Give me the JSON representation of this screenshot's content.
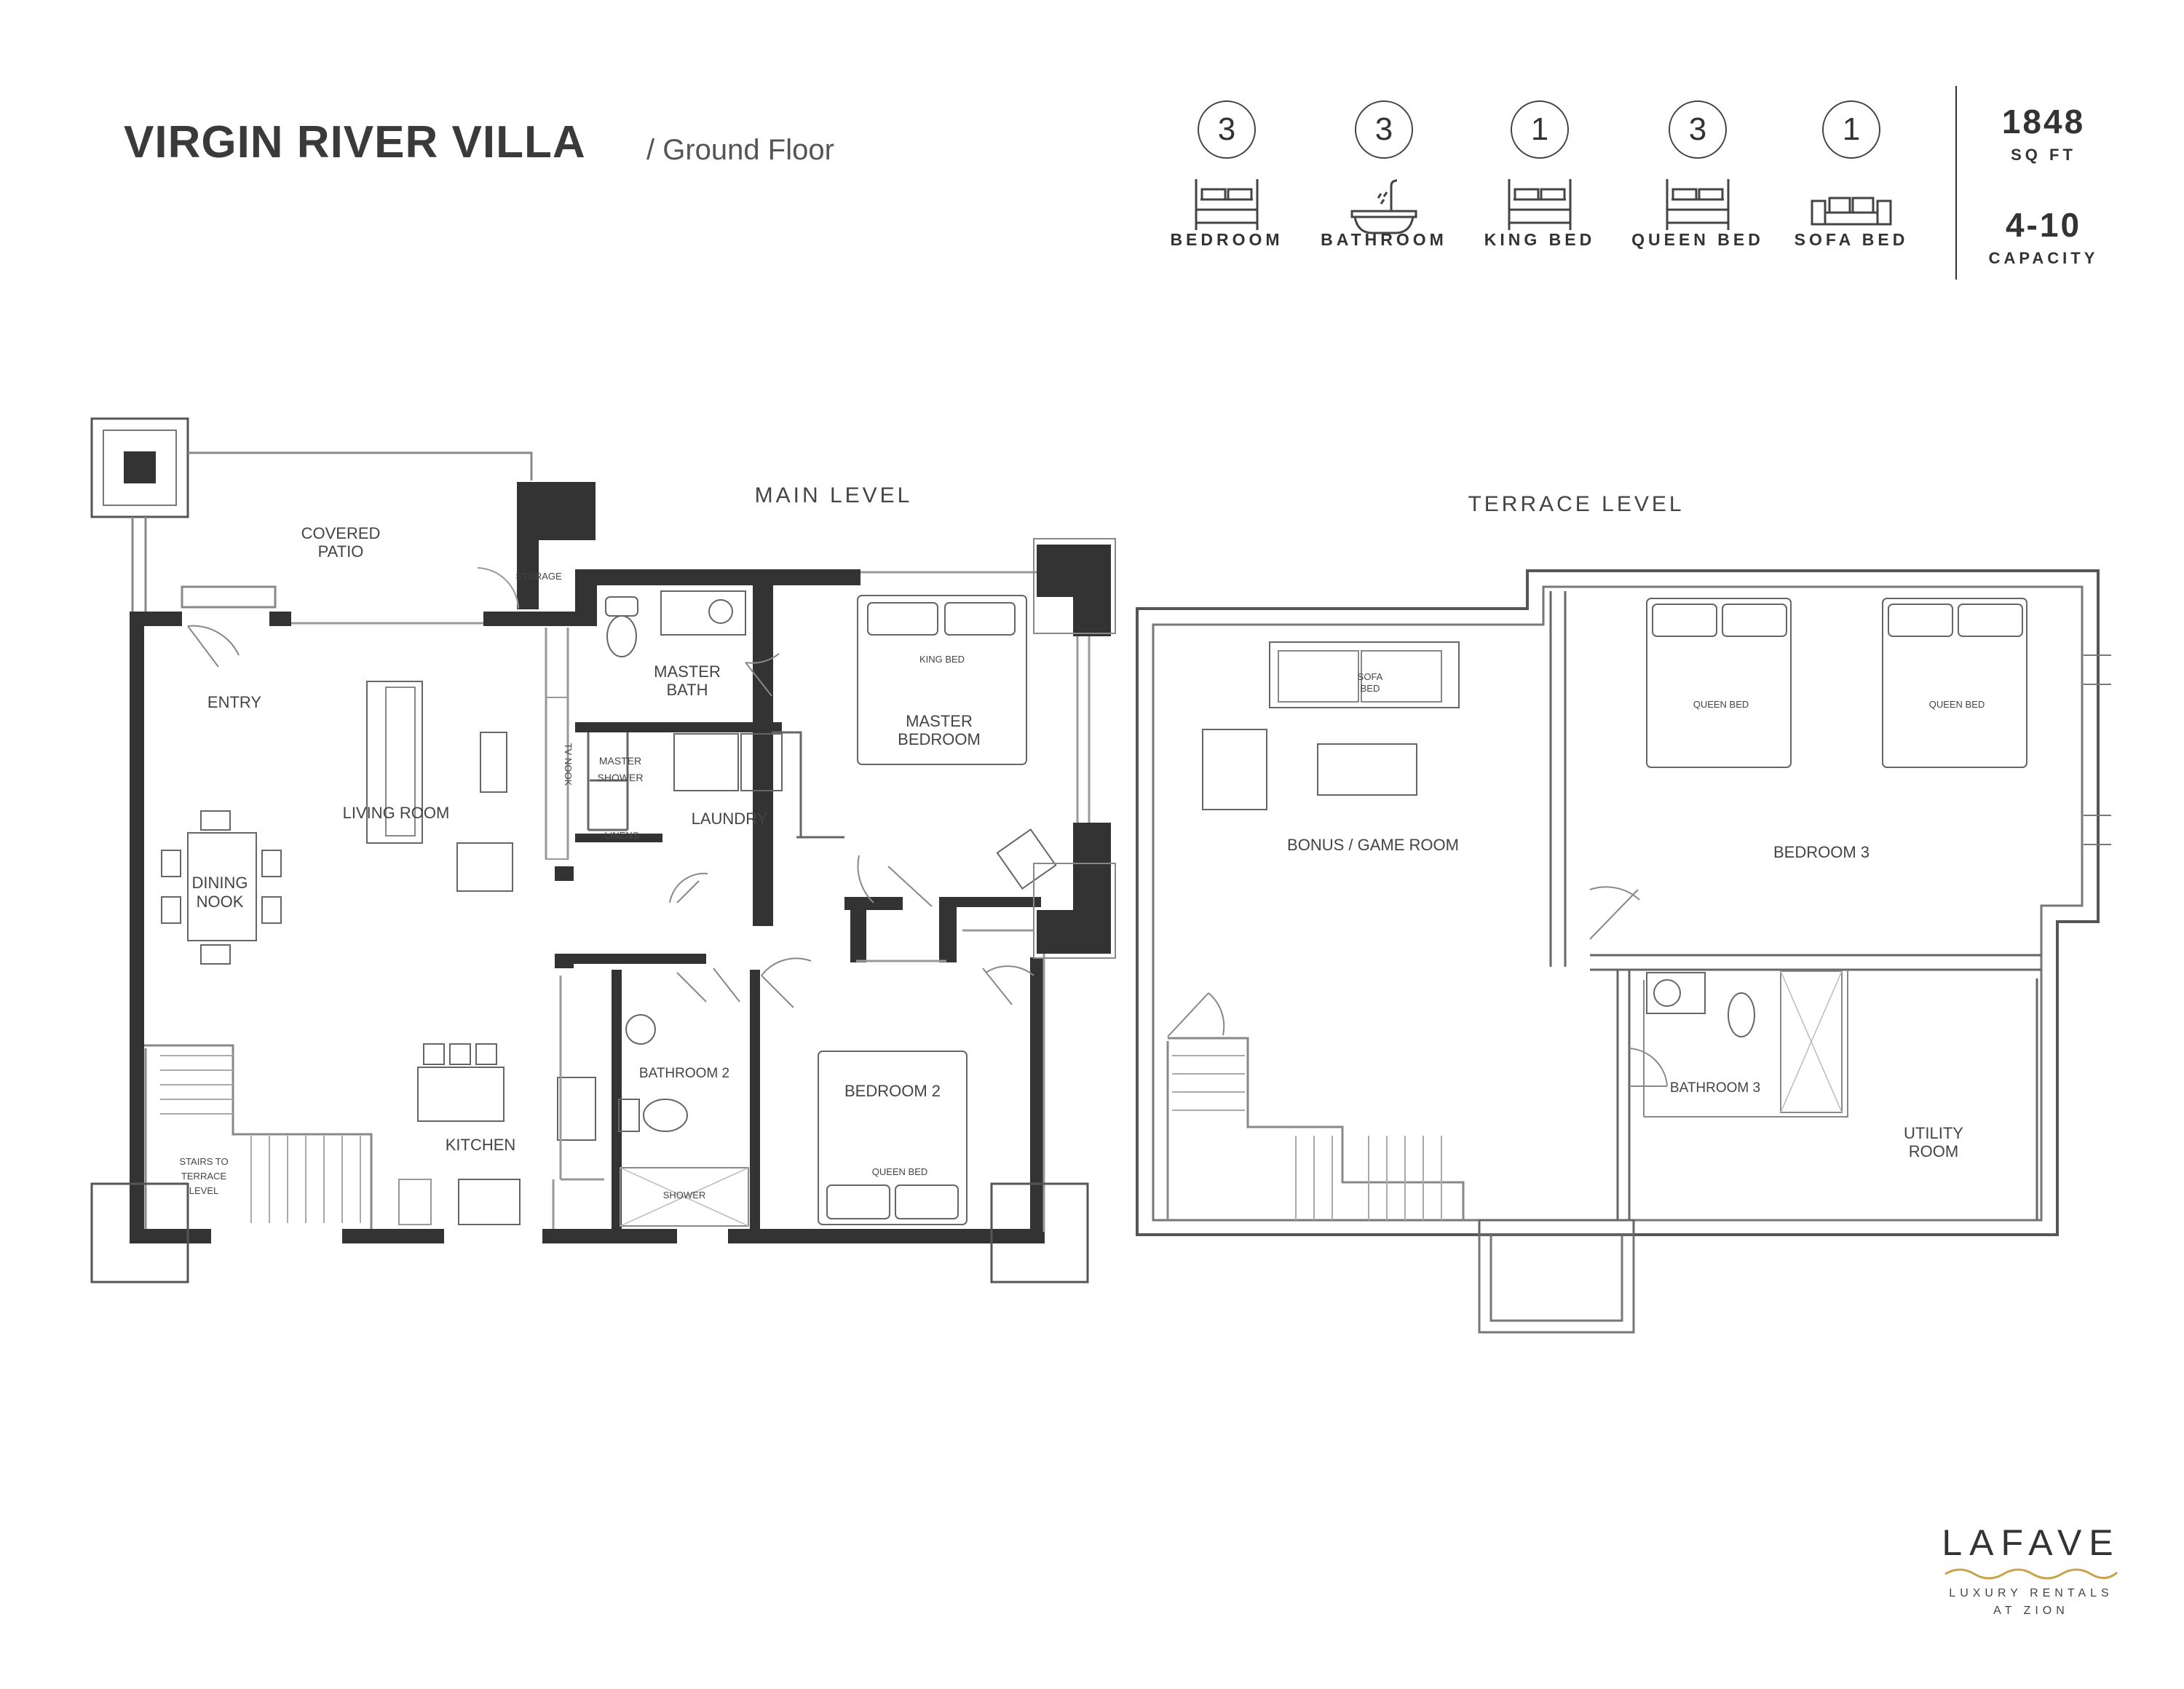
{
  "header": {
    "title": "VIRGIN RIVER VILLA",
    "subtitle": "/ Ground Floor"
  },
  "stats": [
    {
      "value": "3",
      "label": "BEDROOM",
      "icon": "bed-icon"
    },
    {
      "value": "3",
      "label": "BATHROOM",
      "icon": "bathtub-icon"
    },
    {
      "value": "1",
      "label": "KING BED",
      "icon": "bed-icon"
    },
    {
      "value": "3",
      "label": "QUEEN BED",
      "icon": "bed-icon"
    },
    {
      "value": "1",
      "label": "SOFA BED",
      "icon": "sofa-icon"
    }
  ],
  "size": {
    "value": "1848",
    "unit": "SQ FT"
  },
  "capacity": {
    "value": "4-10",
    "unit": "CAPACITY"
  },
  "main_level": {
    "heading": "MAIN LEVEL",
    "rooms": {
      "covered_patio_1": "COVERED",
      "covered_patio_2": "PATIO",
      "storage": "STORAGE",
      "entry": "ENTRY",
      "master_bath_1": "MASTER",
      "master_bath_2": "BATH",
      "king_bed": "KING BED",
      "master_bedroom_1": "MASTER",
      "master_bedroom_2": "BEDROOM",
      "tv_nook": "TV NOOK",
      "master_shower_1": "MASTER",
      "master_shower_2": "SHOWER",
      "linens": "LINENS",
      "laundry": "LAUNDRY",
      "living_room": "LIVING ROOM",
      "dining_nook_1": "DINING",
      "dining_nook_2": "NOOK",
      "bathroom_2": "BATHROOM 2",
      "bedroom_2": "BEDROOM 2",
      "kitchen": "KITCHEN",
      "stairs_1": "STAIRS TO",
      "stairs_2": "TERRACE",
      "stairs_3": "LEVEL",
      "queen_bed": "QUEEN BED",
      "shower": "SHOWER"
    }
  },
  "terrace_level": {
    "heading": "TERRACE LEVEL",
    "rooms": {
      "sofa_bed_1": "SOFA",
      "sofa_bed_2": "BED",
      "bonus_room": "BONUS / GAME ROOM",
      "queen_bed_a": "QUEEN BED",
      "queen_bed_b": "QUEEN BED",
      "bedroom_3": "BEDROOM 3",
      "bathroom_3": "BATHROOM 3",
      "utility_1": "UTILITY",
      "utility_2": "ROOM"
    }
  },
  "logo": {
    "brand": "LAFAVE",
    "tag_1": "LUXURY RENTALS",
    "tag_2": "AT ZION",
    "wave_color": "#c9a24a"
  },
  "colors": {
    "wall": "#333333",
    "thin_line": "#888888"
  }
}
